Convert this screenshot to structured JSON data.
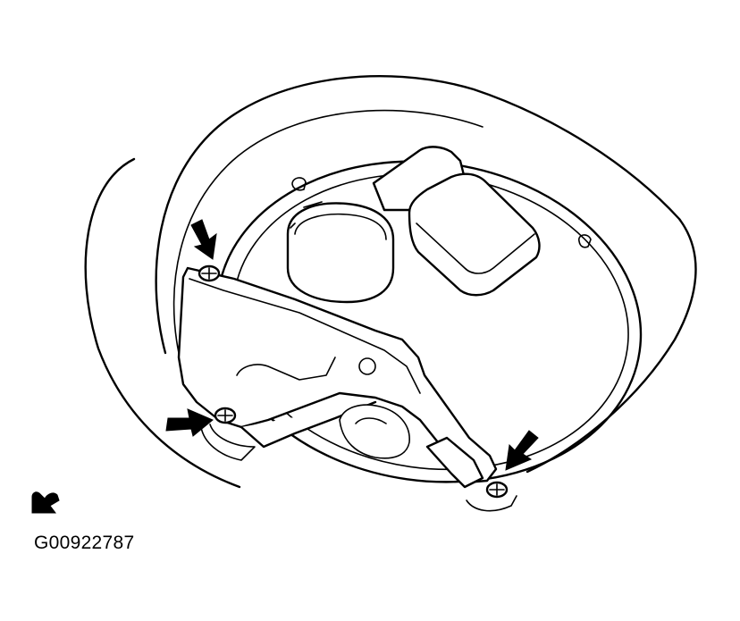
{
  "figure": {
    "id_label": "G00922787",
    "symbol_icon": "hand-wrench-symbol-icon",
    "arrows": [
      {
        "name": "screw-arrow-top-left",
        "points_to": "screw"
      },
      {
        "name": "screw-arrow-left",
        "points_to": "screw"
      },
      {
        "name": "screw-arrow-right",
        "points_to": "screw"
      }
    ]
  }
}
